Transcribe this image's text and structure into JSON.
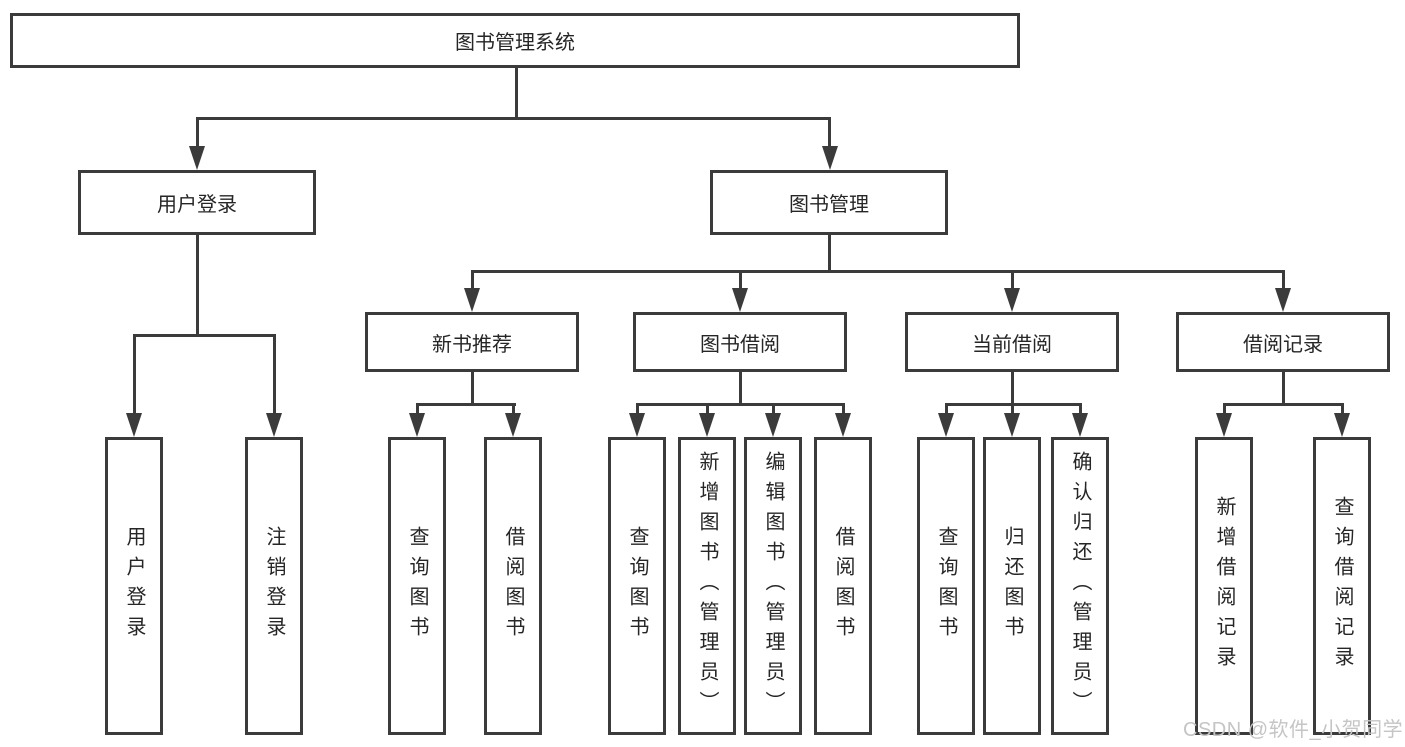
{
  "colors": {
    "line": "#3b3b3b",
    "text": "#262626",
    "background": "#ffffff",
    "watermark": "#c5c5c5"
  },
  "watermark": "CSDN @软件_小贺同学",
  "tree": {
    "root": {
      "label": "图书管理系统",
      "children": [
        {
          "label": "用户登录",
          "children": [
            {
              "label": "用户登录"
            },
            {
              "label": "注销登录"
            }
          ]
        },
        {
          "label": "图书管理",
          "children": [
            {
              "label": "新书推荐",
              "children": [
                {
                  "label": "查询图书"
                },
                {
                  "label": "借阅图书"
                }
              ]
            },
            {
              "label": "图书借阅",
              "children": [
                {
                  "label": "查询图书"
                },
                {
                  "label": "新增图书（管理员）"
                },
                {
                  "label": "编辑图书（管理员）"
                },
                {
                  "label": "借阅图书"
                }
              ]
            },
            {
              "label": "当前借阅",
              "children": [
                {
                  "label": "查询图书"
                },
                {
                  "label": "归还图书"
                },
                {
                  "label": "确认归还（管理员）"
                }
              ]
            },
            {
              "label": "借阅记录",
              "children": [
                {
                  "label": "新增借阅记录"
                },
                {
                  "label": "查询借阅记录"
                }
              ]
            }
          ]
        }
      ]
    }
  }
}
